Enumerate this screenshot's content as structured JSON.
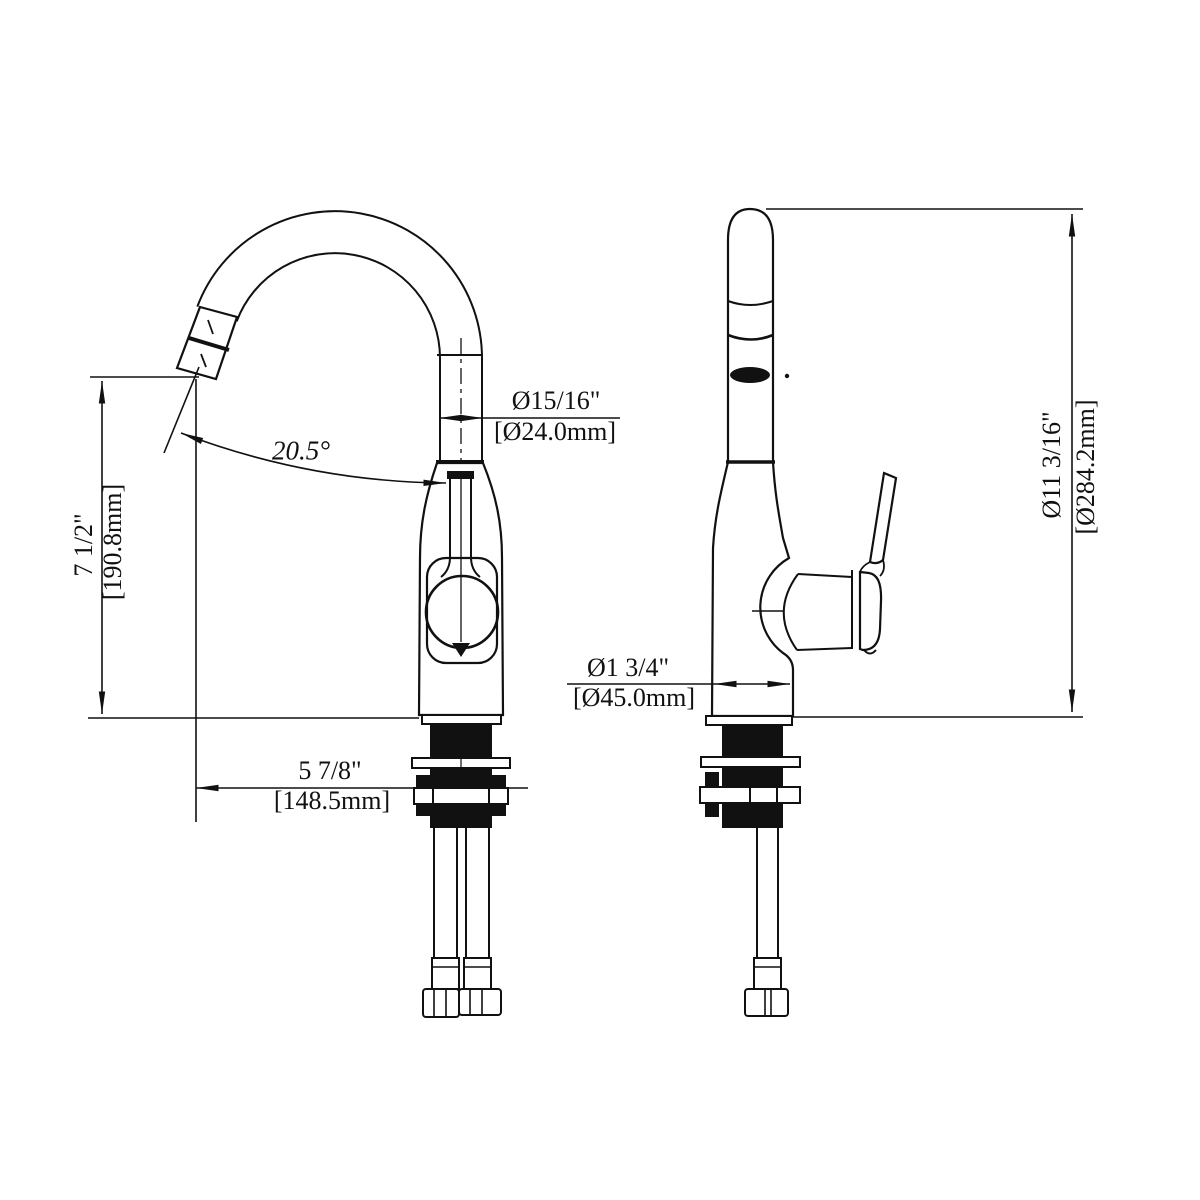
{
  "drawing": {
    "background": "#ffffff",
    "line_color": "#111111",
    "description": "Two-view technical dimension drawing of a single-handle gooseneck bar faucet with under-counter mounting hardware and supply hoses",
    "views": {
      "front": "front-view",
      "side": "side-view"
    },
    "dimensions": {
      "spout_height": {
        "inches": "7 1/2\"",
        "mm": "[190.8mm]"
      },
      "spout_angle": {
        "degrees": "20.5°"
      },
      "spout_diameter": {
        "inches": "Ø15/16\"",
        "mm": "[Ø24.0mm]"
      },
      "spout_reach": {
        "inches": "5 7/8\"",
        "mm": "[148.5mm]"
      },
      "base_diameter": {
        "inches": "Ø1 3/4\"",
        "mm": "[Ø45.0mm]"
      },
      "overall_height": {
        "inches": "Ø11 3/16\"",
        "mm": "[Ø284.2mm]"
      }
    }
  }
}
